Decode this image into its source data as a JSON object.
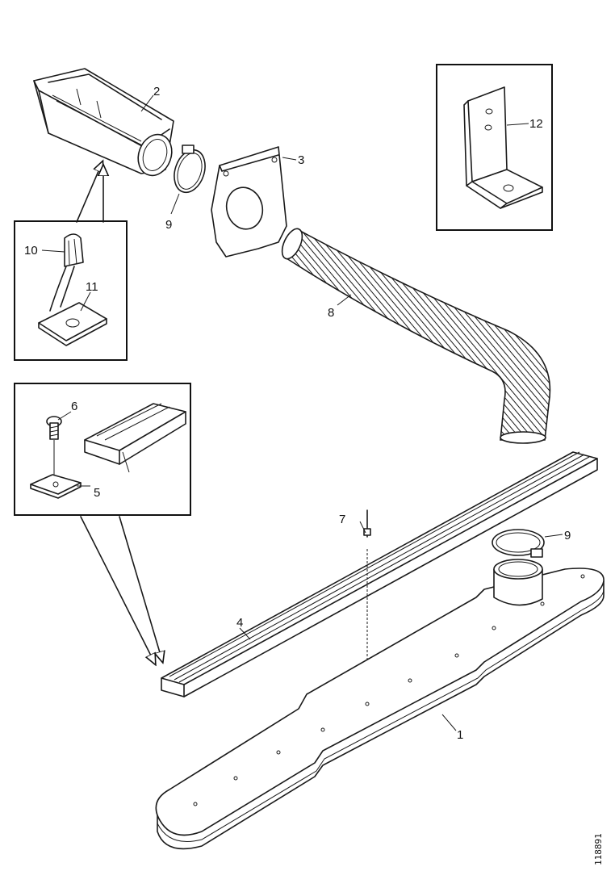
{
  "callouts": {
    "p1": "1",
    "p2": "2",
    "p3": "3",
    "p4": "4",
    "p5": "5",
    "p6": "6",
    "p7": "7",
    "p8": "8",
    "p9a": "9",
    "p9b": "9",
    "p10": "10",
    "p11": "11",
    "p12": "12"
  },
  "drawing_reference": "118891"
}
